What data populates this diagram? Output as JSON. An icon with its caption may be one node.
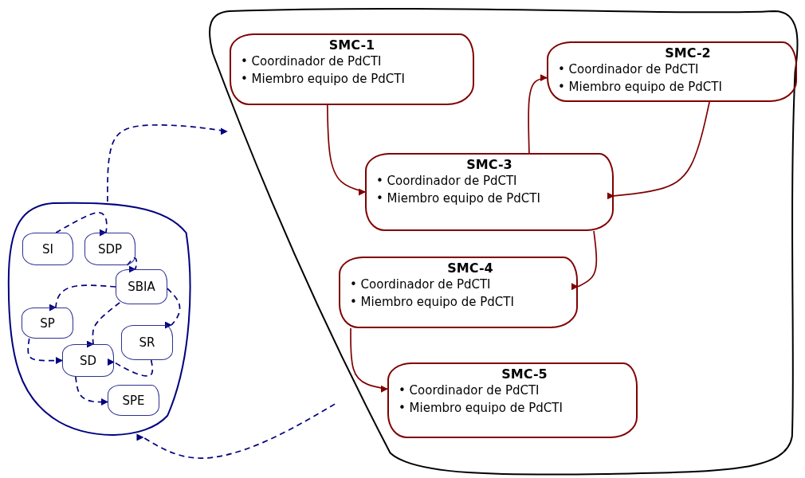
{
  "diagram": {
    "nodes": [
      {
        "text": [],
        "shape": "cloud"
      },
      {
        "text": [
          "SMC-1",
          "• Coordinador de PdCTI",
          "• Miembro equipo de PdCTI"
        ],
        "in": 0
      },
      {
        "text": [
          "SMC-2",
          "• Coordinador de PdCTI",
          "• Miembro equipo de PdCTI"
        ],
        "in": 0
      },
      {
        "text": [
          "SMC-3",
          "• Coordinador de PdCTI",
          "• Miembro equipo de PdCTI"
        ],
        "in": 0
      },
      {
        "text": [
          "SMC-4",
          "• Coordinador de PdCTI",
          "• Miembro equipo de PdCTI"
        ],
        "in": 0
      },
      {
        "text": [
          "SMC-5",
          "• Coordinador de PdCTI",
          "• Miembro equipo de PdCTI"
        ],
        "in": 0
      },
      {
        "text": [],
        "shape": "cloud"
      },
      {
        "text": [
          "SI"
        ],
        "in": 6
      },
      {
        "text": [
          "SDP"
        ],
        "in": 6
      },
      {
        "text": [
          "SBIA"
        ],
        "in": 6
      },
      {
        "text": [
          "SP"
        ],
        "in": 6
      },
      {
        "text": [
          "SR"
        ],
        "in": 6
      },
      {
        "text": [
          "SD"
        ],
        "in": 6
      },
      {
        "text": [
          "SPE"
        ],
        "in": 6
      }
    ],
    "edges": [
      {
        "from": 1,
        "to": 3,
        "arrow": "to",
        "color": "#800000"
      },
      {
        "from": 3,
        "to": 2,
        "arrow": "to",
        "color": "#800000"
      },
      {
        "from": 2,
        "to": 3,
        "arrow": "to",
        "color": "#800000"
      },
      {
        "from": 3,
        "to": 4,
        "arrow": "to",
        "color": "#800000"
      },
      {
        "from": 4,
        "to": 5,
        "arrow": "to",
        "color": "#800000"
      },
      {
        "from": 6,
        "to": 0,
        "arrow": "to",
        "style": "dashed"
      },
      {
        "from": 0,
        "to": 6,
        "arrow": "to",
        "style": "dashed"
      },
      {
        "from": 7,
        "to": 8,
        "arrow": "to",
        "style": "dashed"
      },
      {
        "from": 8,
        "to": 9,
        "arrow": "to",
        "style": "dashed"
      },
      {
        "from": 9,
        "to": 10,
        "arrow": "to",
        "style": "dashed"
      },
      {
        "from": 9,
        "to": 12,
        "arrow": "to",
        "style": "dashed"
      },
      {
        "from": 9,
        "to": 11,
        "arrow": "to",
        "style": "dashed"
      },
      {
        "from": 10,
        "to": 12,
        "arrow": "to",
        "style": "dashed"
      },
      {
        "from": 11,
        "to": 12,
        "arrow": "to",
        "style": "dashed"
      },
      {
        "from": 12,
        "to": 13,
        "arrow": "to",
        "style": "dashed"
      }
    ]
  }
}
